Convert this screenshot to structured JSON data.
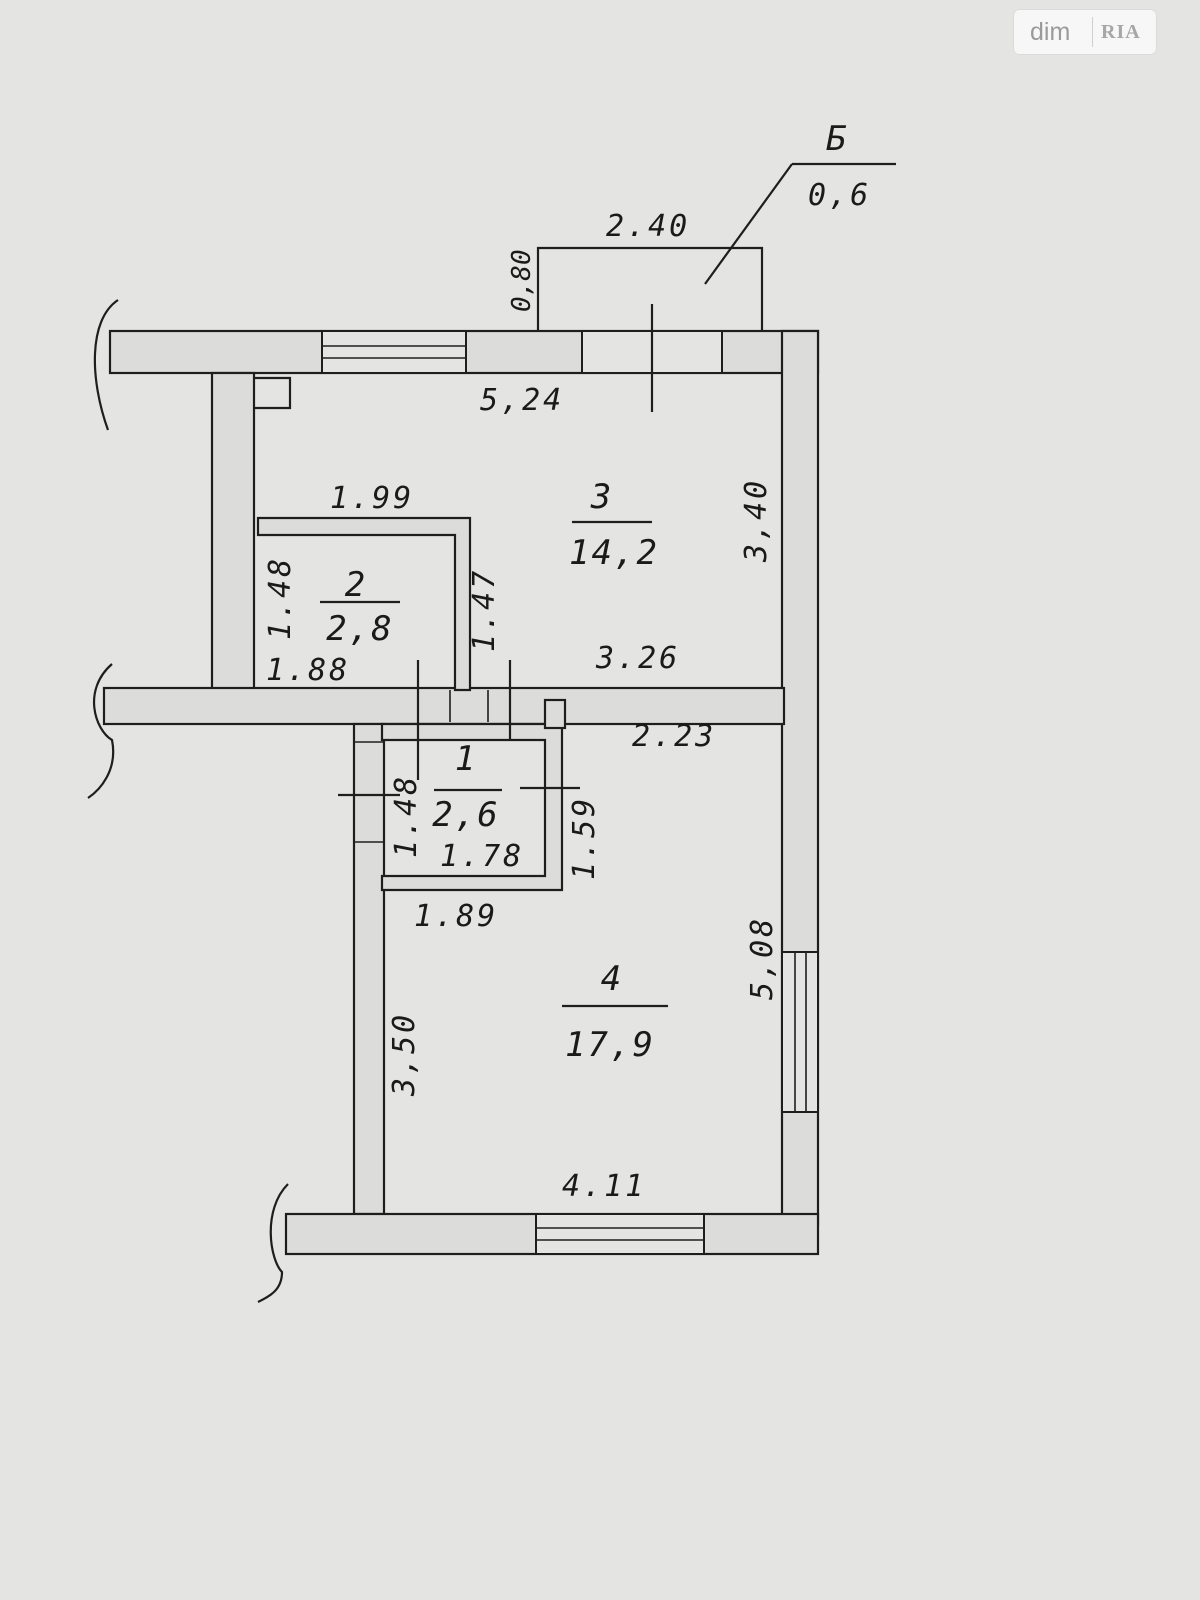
{
  "watermark": {
    "left": "dim",
    "right": "RIA"
  },
  "balcony": {
    "label": "Б",
    "area": "0,6",
    "width": "2.40",
    "depth": "0,80"
  },
  "rooms": [
    {
      "number": "3",
      "area": "14,2"
    },
    {
      "number": "2",
      "area": "2,8"
    },
    {
      "number": "1",
      "area": "2,6"
    },
    {
      "number": "4",
      "area": "17,9"
    }
  ],
  "dimensions": {
    "top_wall": "5,24",
    "room3_right": "3,40",
    "room2_top": "1.99",
    "room2_left": "1.48",
    "room2_right": "1.47",
    "room2_bottom": "1.88",
    "room3_bottom": "3.26",
    "room4_top": "2.23",
    "room1_left": "1.48",
    "room1_right": "1.59",
    "room1_bottom": "1.78",
    "room4_top_left": "1.89",
    "room4_right": "5,08",
    "room4_left": "3,50",
    "room4_bottom": "4.11"
  }
}
